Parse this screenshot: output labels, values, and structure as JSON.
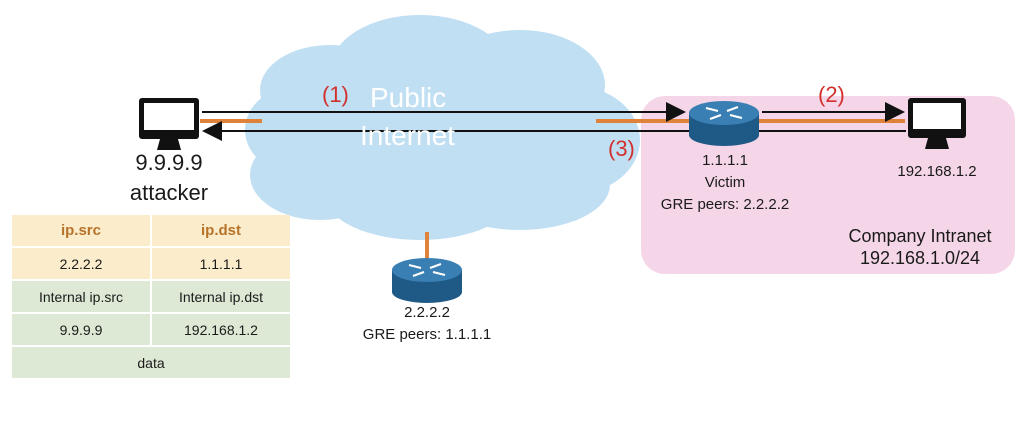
{
  "cloud": {
    "label": "Public\nInternet"
  },
  "attacker": {
    "ip": "9.9.9.9",
    "role": "attacker"
  },
  "victim": {
    "ip": "1.1.1.1",
    "role": "Victim",
    "gre": "GRE peers: 2.2.2.2"
  },
  "peer_router": {
    "ip": "2.2.2.2",
    "gre": "GRE peers: 1.1.1.1"
  },
  "internal_host": {
    "ip": "192.168.1.2"
  },
  "intranet": {
    "name": "Company Intranet",
    "subnet": "192.168.1.0/24"
  },
  "steps": {
    "s1": "(1)",
    "s2": "(2)",
    "s3": "(3)"
  },
  "packet": {
    "headers": [
      "ip.src",
      "ip.dst"
    ],
    "outer": [
      "2.2.2.2",
      "1.1.1.1"
    ],
    "inner_headers": [
      "Internal ip.src",
      "Internal ip.dst"
    ],
    "inner": [
      "9.9.9.9",
      "192.168.1.2"
    ],
    "payload": "data"
  },
  "colors": {
    "cloud": "#c0dff3",
    "link": "#e0833a",
    "router": "#2f6f9e",
    "intranet": "#f5d6e8",
    "outer_header": "#fbeccb",
    "inner_header": "#dde9d5",
    "step": "#d0312d"
  }
}
